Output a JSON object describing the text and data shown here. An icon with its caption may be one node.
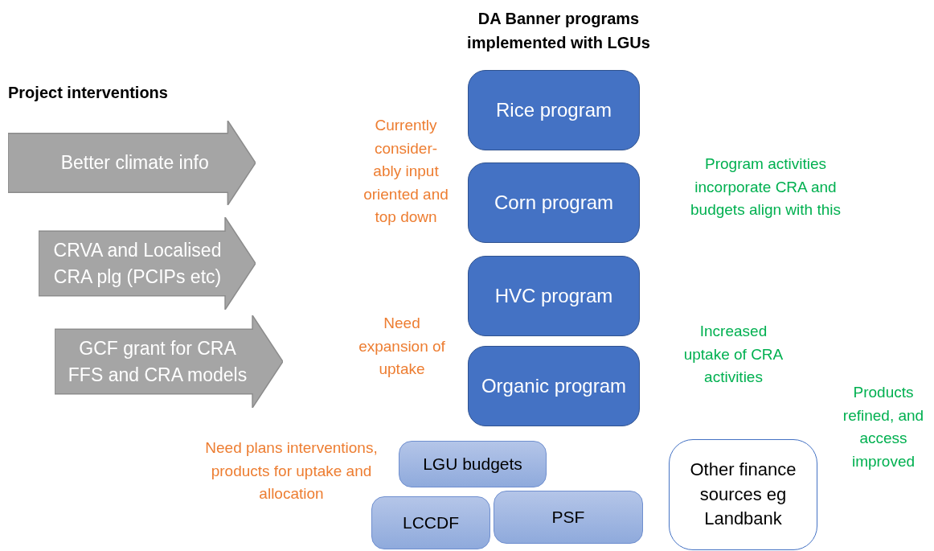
{
  "diagram": {
    "nodes": [
      {
        "text": [
          "Better climate info"
        ]
      },
      {
        "text": [
          "CRVA and Localised CRA plg (PCIPs etc)"
        ]
      },
      {
        "text": [
          "GCF grant for CRA FFS and CRA models"
        ]
      },
      {
        "text": [
          "Rice program"
        ]
      },
      {
        "text": [
          "Corn program"
        ]
      },
      {
        "text": [
          "HVC program"
        ]
      },
      {
        "text": [
          "Organic program"
        ]
      },
      {
        "text": [
          "LGU budgets"
        ]
      },
      {
        "text": [
          "LCCDF"
        ]
      },
      {
        "text": [
          "PSF"
        ]
      },
      {
        "text": [
          "Other finance sources eg Landbank"
        ]
      }
    ],
    "edges": [],
    "labels": [
      "DA Banner programs implemented with LGUs",
      "Project interventions",
      "Currently consider-ably input oriented and top down",
      "Program activities incorporate CRA and budgets align with this",
      "Need expansion of uptake",
      "Increased uptake of CRA activities",
      "Products refined, and access improved",
      "Need plans interventions, products for uptake and allocation"
    ]
  }
}
